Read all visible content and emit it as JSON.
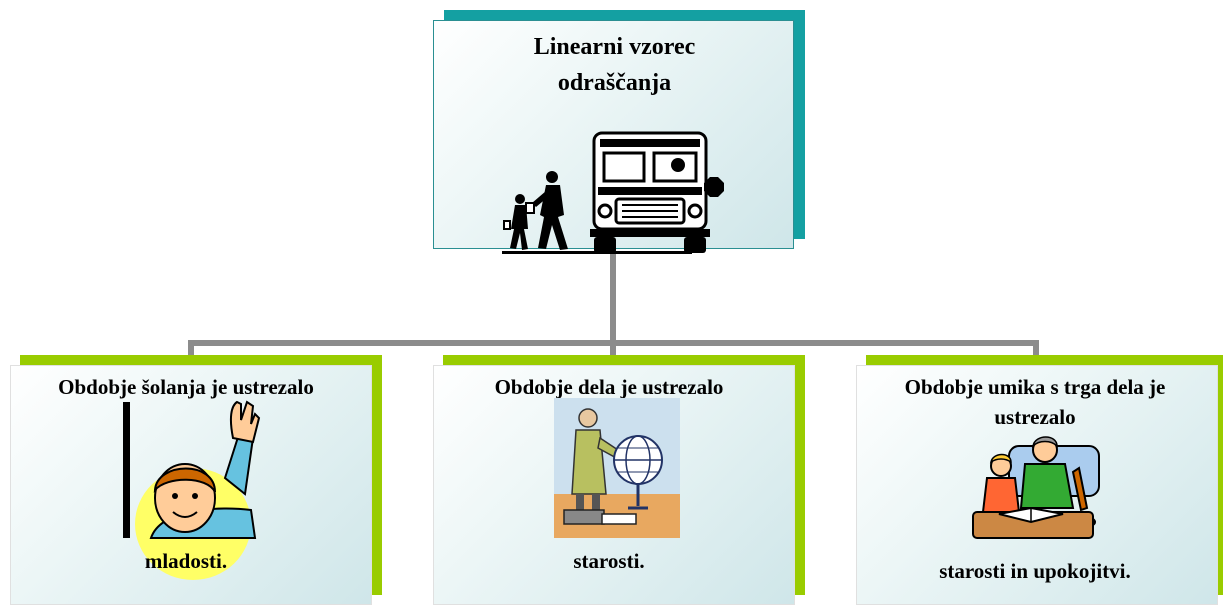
{
  "root": {
    "title_line1": "Linearni vzorec",
    "title_line2": "odraščanja",
    "image_icon": "school-bus-children-icon"
  },
  "children": [
    {
      "heading": "Obdobje šolanja je ustrezalo",
      "footer": "mladosti.",
      "image_icon": "child-raising-hand-icon"
    },
    {
      "heading": "Obdobje dela je ustrezalo",
      "footer": "starosti.",
      "image_icon": "teacher-with-globe-icon"
    },
    {
      "heading_line1": "Obdobje umika s trga dela je",
      "heading_line2": "ustrezalo",
      "footer": "starosti in upokojitvi.",
      "image_icon": "grandparent-reading-with-child-icon"
    }
  ],
  "colors": {
    "root_shadow": "#14a0a2",
    "root_border": "#2a8f92",
    "child_shadow": "#99cc00",
    "connector": "#8c8c8c"
  }
}
